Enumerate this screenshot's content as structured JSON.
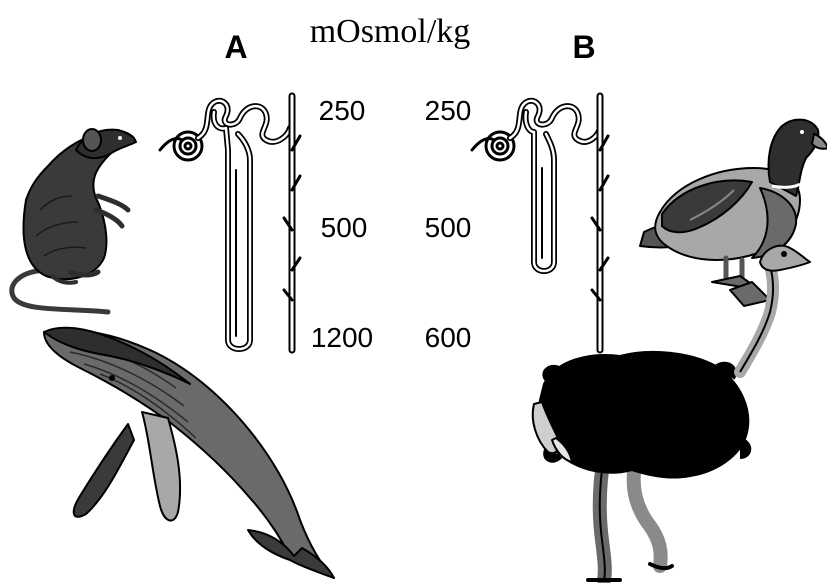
{
  "header": {
    "units": "mOsmol/kg",
    "panel_a_label": "A",
    "panel_b_label": "B"
  },
  "panel_a": {
    "values": [
      "250",
      "500",
      "1200"
    ],
    "animals": [
      "rat-icon",
      "whale-icon"
    ]
  },
  "panel_b": {
    "values": [
      "250",
      "500",
      "600"
    ],
    "animals": [
      "duck-icon",
      "ostrich-icon"
    ]
  },
  "colors": {
    "ink": "#000000",
    "dark": "#2e2e2e",
    "mid": "#6a6a6a",
    "light": "#a8a8a8",
    "paper": "#ffffff"
  }
}
